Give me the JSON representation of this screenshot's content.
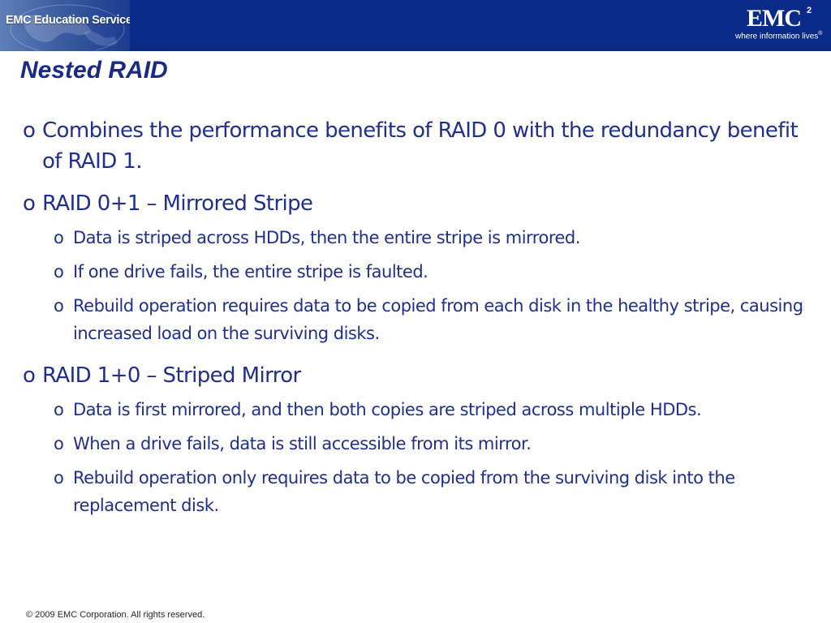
{
  "header": {
    "left_title": "EMC Education Services",
    "brand": "EMC",
    "brand_superscript": "2",
    "tagline": "where information lives",
    "tagline_mark": "®"
  },
  "slide": {
    "title": "Nested RAID",
    "bullets": [
      {
        "marker": "o",
        "text": "Combines the performance benefits of RAID 0 with the redundancy benefit of RAID 1."
      },
      {
        "marker": "o",
        "text": "RAID 0+1 – Mirrored Stripe",
        "sub": [
          {
            "marker": "o",
            "text": "Data is striped across HDDs, then the entire stripe is mirrored."
          },
          {
            "marker": "o",
            "text": "If one drive fails, the entire stripe is faulted."
          },
          {
            "marker": "o",
            "text": "Rebuild operation requires data to be copied from each disk in the healthy stripe, causing increased load on the surviving disks."
          }
        ]
      },
      {
        "marker": "o",
        "text": "RAID 1+0 – Striped Mirror",
        "sub": [
          {
            "marker": "o",
            "text": "Data is first mirrored, and then both copies are striped across multiple HDDs."
          },
          {
            "marker": "o",
            "text": "When a drive fails, data is still accessible from its mirror."
          },
          {
            "marker": "o",
            "text": "Rebuild operation only requires data to be copied from the surviving disk into the replacement disk."
          }
        ]
      }
    ]
  },
  "footer": {
    "copyright": "© 2009 EMC Corporation. All rights reserved."
  },
  "colors": {
    "header_bg": "#0a2a88",
    "text": "#1f2f8f",
    "title": "#1a2b86"
  }
}
